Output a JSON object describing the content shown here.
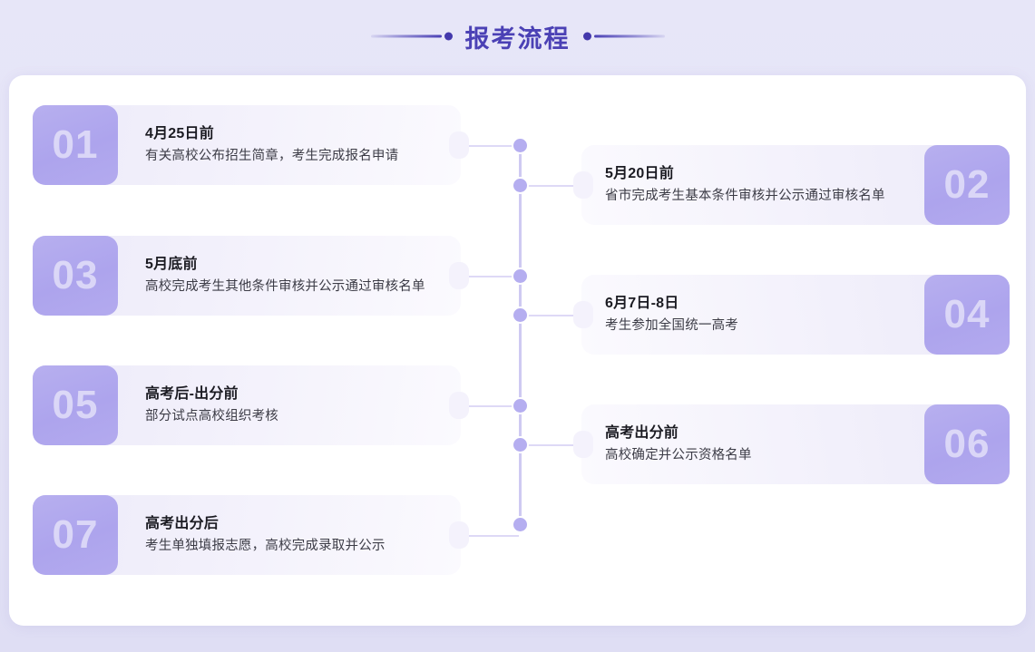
{
  "header": {
    "title": "报考流程",
    "left_decoration": "tapered-line-with-dot",
    "right_decoration": "tapered-line-with-dot",
    "accent_color": "#4b41b5"
  },
  "theme": {
    "page_background": "#e6e5f7",
    "panel_background": "#ffffff",
    "card_gradient_start": "#eceaf8",
    "card_gradient_end": "#fbfafe",
    "number_block_color": "#b0a7ee",
    "connector_color": "#ded9f6",
    "node_color": "#b5aef0",
    "title_text_color": "#1b1b22",
    "desc_text_color": "#3c3c46"
  },
  "steps": [
    {
      "number": "01",
      "side": "left",
      "title": "4月25日前",
      "desc": "有关高校公布招生简章，考生完成报名申请"
    },
    {
      "number": "02",
      "side": "right",
      "title": "5月20日前",
      "desc": "省市完成考生基本条件审核并公示通过审核名单"
    },
    {
      "number": "03",
      "side": "left",
      "title": "5月底前",
      "desc": "高校完成考生其他条件审核并公示通过审核名单"
    },
    {
      "number": "04",
      "side": "right",
      "title": "6月7日-8日",
      "desc": "考生参加全国统一高考"
    },
    {
      "number": "05",
      "side": "left",
      "title": "高考后-出分前",
      "desc": "部分试点高校组织考核"
    },
    {
      "number": "06",
      "side": "right",
      "title": "高考出分前",
      "desc": "高校确定并公示资格名单"
    },
    {
      "number": "07",
      "side": "left",
      "title": "高考出分后",
      "desc": "考生单独填报志愿，高校完成录取并公示"
    }
  ]
}
